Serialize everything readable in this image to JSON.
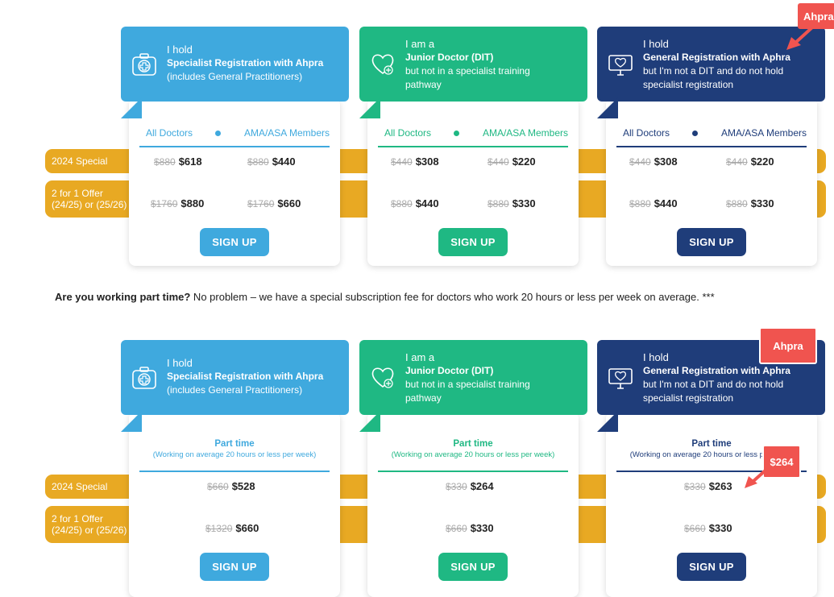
{
  "colors": {
    "blue": "#3fa9de",
    "green": "#1fb883",
    "navy": "#1f3d7a",
    "band": "#e8a923",
    "annotation": "#f0544f"
  },
  "rows": {
    "special": "2024 Special",
    "offer_l1": "2 for 1 Offer",
    "offer_l2": "(24/25) or (25/26)"
  },
  "tabs": {
    "all": "All Doctors",
    "members": "AMA/ASA Members"
  },
  "signup": "SIGN UP",
  "part_time": {
    "title": "Part time",
    "sub": "(Working on average 20 hours or less per week)"
  },
  "note": {
    "bold": "Are you working part time?",
    "text": " No problem – we have a special subscription fee for doctors who work 20 hours or less per week on average. ***"
  },
  "cards": [
    {
      "l1": "I hold",
      "l2": "Specialist Registration with Ahpra",
      "l3": "(includes General Practitioners)",
      "l4": "",
      "icon": "medical-bag-icon"
    },
    {
      "l1": "I am a",
      "l2": "Junior Doctor (DIT)",
      "l3": "but not in a specialist training",
      "l4": "pathway",
      "icon": "heart-hand-icon"
    },
    {
      "l1": "I hold",
      "l2": "General Registration with Aphra",
      "l3": "but I'm not a DIT and do not hold",
      "l4": "specialist registration",
      "icon": "monitor-heart-icon"
    }
  ],
  "full_prices": [
    {
      "special": {
        "all_old": "$880",
        "all": "$618",
        "mem_old": "$880",
        "mem": "$440"
      },
      "offer": {
        "all_old": "$1760",
        "all": "$880",
        "mem_old": "$1760",
        "mem": "$660"
      }
    },
    {
      "special": {
        "all_old": "$440",
        "all": "$308",
        "mem_old": "$440",
        "mem": "$220"
      },
      "offer": {
        "all_old": "$880",
        "all": "$440",
        "mem_old": "$880",
        "mem": "$330"
      }
    },
    {
      "special": {
        "all_old": "$440",
        "all": "$308",
        "mem_old": "$440",
        "mem": "$220"
      },
      "offer": {
        "all_old": "$880",
        "all": "$440",
        "mem_old": "$880",
        "mem": "$330"
      }
    }
  ],
  "pt_prices": [
    {
      "special_old": "$660",
      "special": "$528",
      "offer_old": "$1320",
      "offer": "$660"
    },
    {
      "special_old": "$330",
      "special": "$264",
      "offer_old": "$660",
      "offer": "$330"
    },
    {
      "special_old": "$330",
      "special": "$263",
      "offer_old": "$660",
      "offer": "$330"
    }
  ],
  "annotations": {
    "a1": "Ahpra",
    "a2": "Ahpra",
    "a3": "$264"
  }
}
